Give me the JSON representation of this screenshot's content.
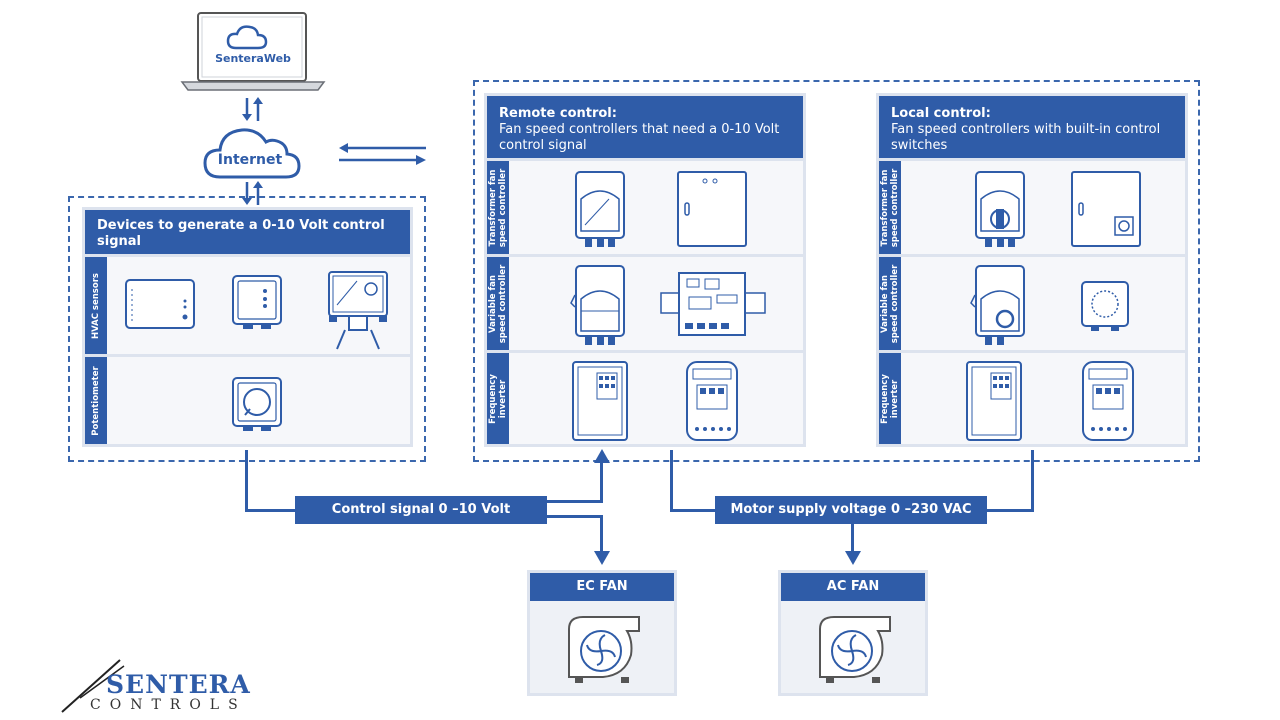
{
  "laptop": {
    "label": "SenteraWeb"
  },
  "cloud": {
    "label": "Internet"
  },
  "left_panel": {
    "title": "Devices to generate a 0-10 Volt control signal",
    "rows": [
      {
        "label": "HVAC sensors"
      },
      {
        "label": "Potentiometer"
      }
    ]
  },
  "remote_panel": {
    "title": "Remote control:",
    "subtitle": "Fan speed controllers that need a 0-10 Volt control signal",
    "rows": [
      {
        "label1": "Transformer fan",
        "label2": "speed controller"
      },
      {
        "label1": "Variable fan",
        "label2": "speed controller"
      },
      {
        "label1": "Frequency",
        "label2": "inverter"
      }
    ]
  },
  "local_panel": {
    "title": "Local control:",
    "subtitle": "Fan speed controllers with built-in control switches",
    "rows": [
      {
        "label1": "Transformer fan",
        "label2": "speed controller"
      },
      {
        "label1": "Variable fan",
        "label2": "speed controller"
      },
      {
        "label1": "Frequency",
        "label2": "inverter"
      }
    ]
  },
  "signals": {
    "control": "Control signal 0 –10 Volt",
    "motor": "Motor supply voltage 0 –230 VAC"
  },
  "fans": {
    "ec": "EC FAN",
    "ac": "AC FAN"
  },
  "logo": {
    "name": "SENTERA",
    "sub": "CONTROLS"
  },
  "colors": {
    "primary": "#2f5ca8",
    "panel_bg": "#eef1f6",
    "border": "#dde3ee"
  }
}
